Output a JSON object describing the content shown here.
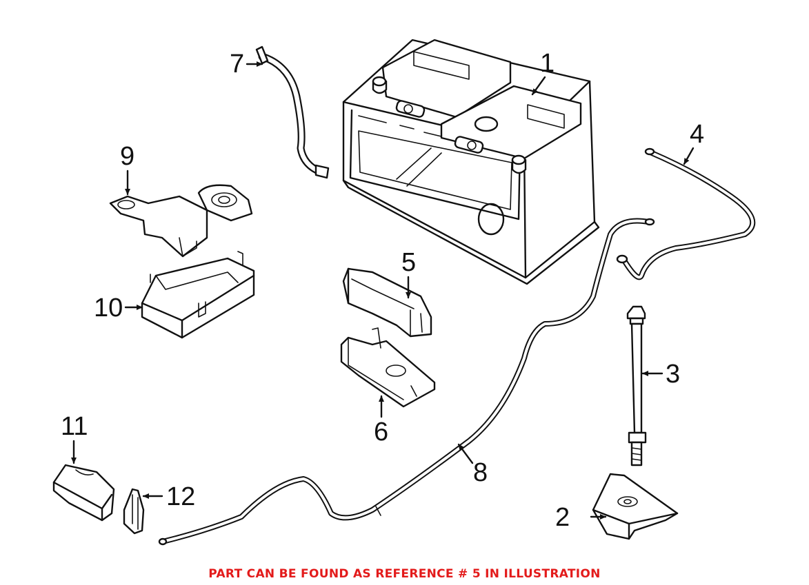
{
  "callouts": {
    "c1": "1",
    "c2": "2",
    "c3": "3",
    "c4": "4",
    "c5": "5",
    "c6": "6",
    "c7": "7",
    "c8": "8",
    "c9": "9",
    "c10": "10",
    "c11": "11",
    "c12": "12"
  },
  "note": "PART CAN BE FOUND AS REFERENCE # 5 IN ILLUSTRATION",
  "colors": {
    "note": "#e31b1b",
    "ink": "#111111"
  }
}
